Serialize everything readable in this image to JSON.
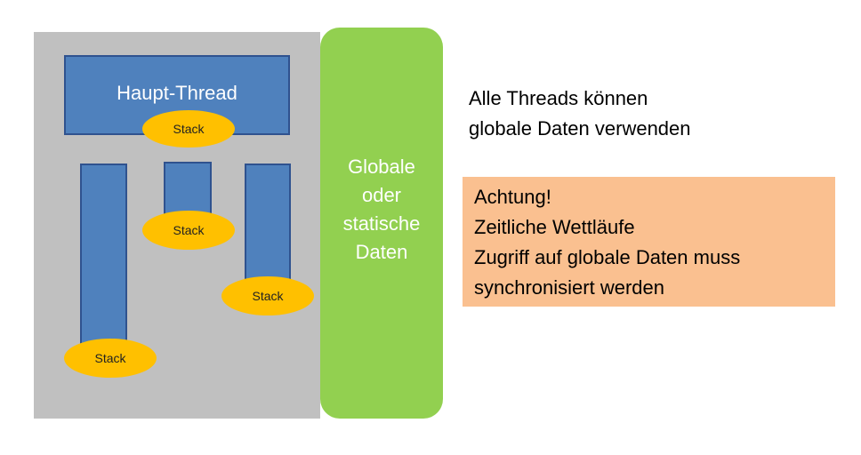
{
  "process": {
    "main_thread_label": "Haupt-Thread",
    "stack_label": "Stack"
  },
  "global_data": {
    "label": "Globale\noder\nstatische\nDaten"
  },
  "info": {
    "text": "Alle Threads können\nglobale Daten verwenden"
  },
  "warning": {
    "lines": [
      "Achtung!",
      "Zeitliche Wettläufe",
      "Zugriff auf globale Daten muss",
      "synchronisiert werden"
    ]
  },
  "colors": {
    "process_background": "#c0c0c0",
    "thread": "#4f81bd",
    "stack": "#ffc000",
    "global_data": "#92d050",
    "warning": "#fac090"
  }
}
